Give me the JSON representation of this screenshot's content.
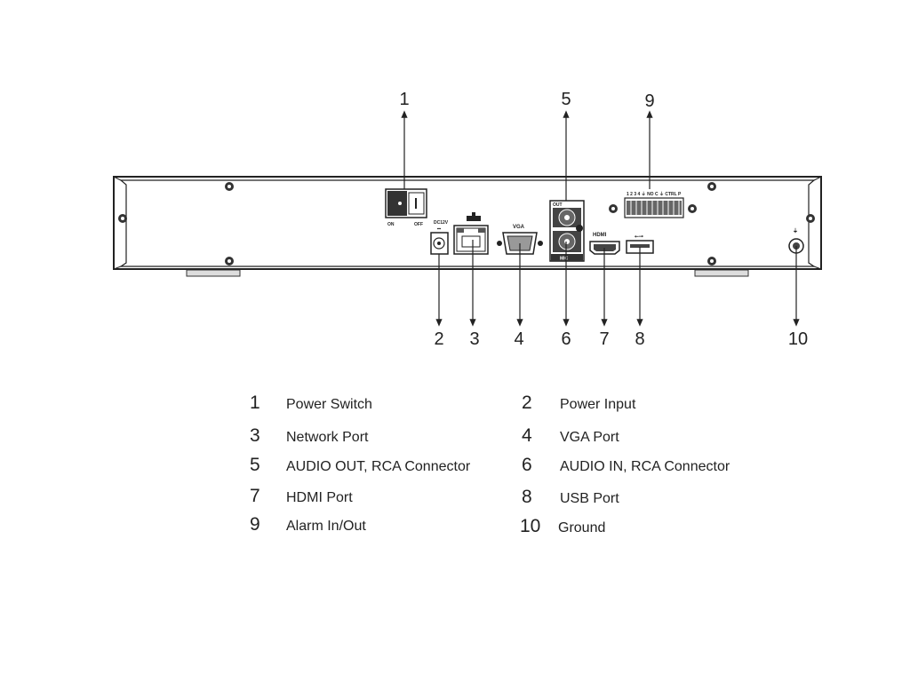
{
  "callouts": [
    "1",
    "2",
    "3",
    "4",
    "5",
    "6",
    "7",
    "8",
    "9",
    "10"
  ],
  "panel_labels": {
    "switch_on": "ON",
    "switch_off": "OFF",
    "dc": "DC12V",
    "vga": "VGA",
    "audio_out": "OUT",
    "mic": "MIC",
    "hdmi": "HDMI",
    "alarm_terminals": "1 2 3 4 ⏚ NO C ⏚ CTRL P"
  },
  "legend": [
    {
      "num": "1",
      "text": "Power Switch"
    },
    {
      "num": "2",
      "text": "Power Input"
    },
    {
      "num": "3",
      "text": "Network Port"
    },
    {
      "num": "4",
      "text": "VGA Port"
    },
    {
      "num": "5",
      "text": "AUDIO OUT, RCA Connector"
    },
    {
      "num": "6",
      "text": "AUDIO IN, RCA Connector"
    },
    {
      "num": "7",
      "text": "HDMI Port"
    },
    {
      "num": "8",
      "text": "USB Port"
    },
    {
      "num": "9",
      "text": "Alarm In/Out"
    },
    {
      "num": "10",
      "text": "Ground"
    }
  ]
}
